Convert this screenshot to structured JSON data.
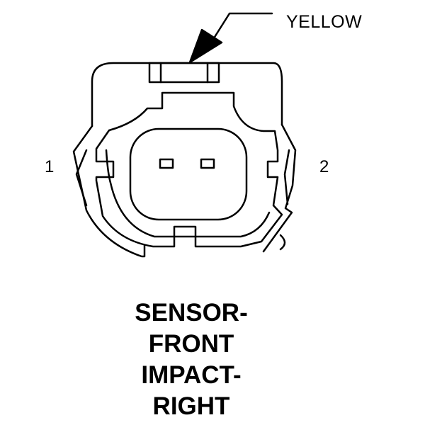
{
  "connector": {
    "color_label": "YELLOW",
    "pin_labels": [
      "1",
      "2"
    ],
    "title_lines": [
      "SENSOR-",
      "FRONT",
      "IMPACT-",
      "RIGHT"
    ]
  }
}
